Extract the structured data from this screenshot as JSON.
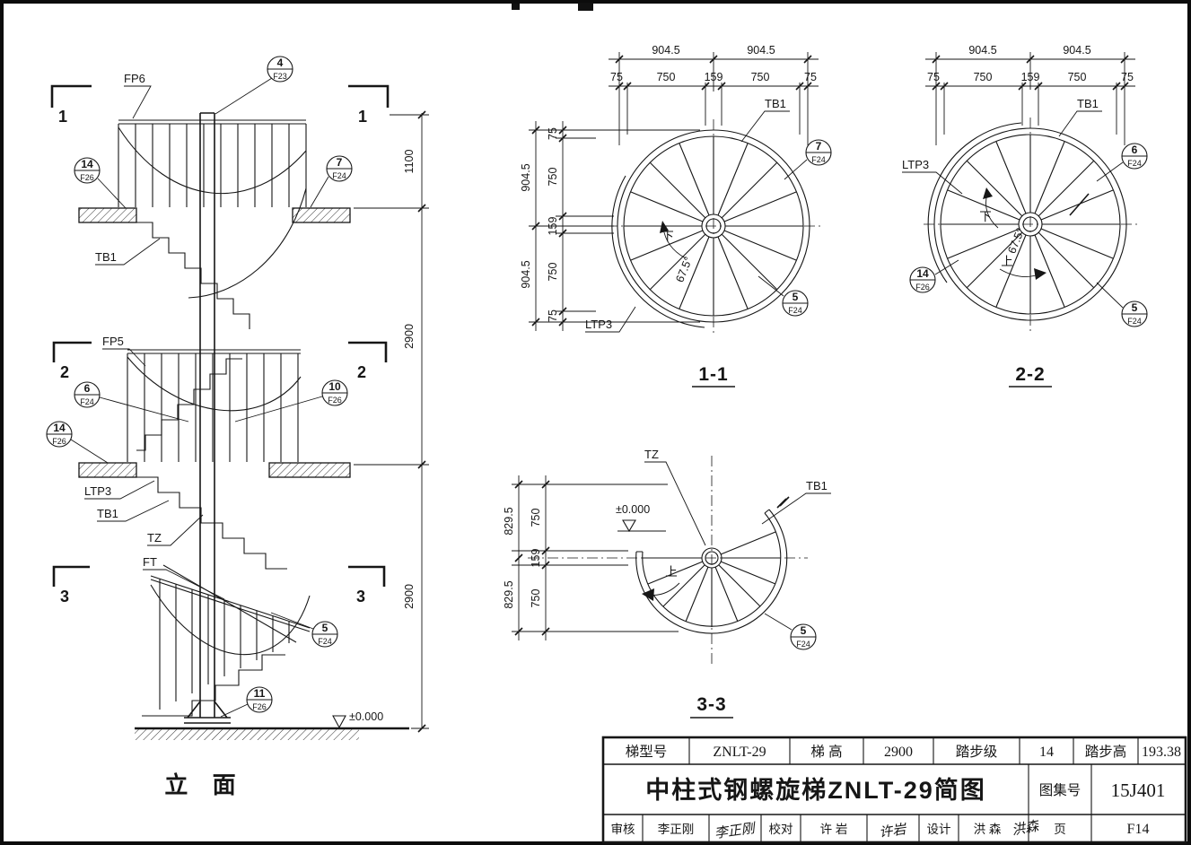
{
  "elevation": {
    "title": "立  面",
    "level_zero": "±0.000",
    "section_marks": {
      "one": "1",
      "two": "2",
      "three": "3"
    },
    "labels": {
      "fp6": "FP6",
      "fp5": "FP5",
      "tb1_upper": "TB1",
      "ltp3": "LTP3",
      "tb1_lower": "TB1",
      "tz": "TZ",
      "ft": "FT"
    },
    "dims_right": {
      "railing": "1100",
      "upper_flight": "2900",
      "lower_flight": "2900"
    },
    "callouts": {
      "c4": {
        "num": "4",
        "ref": "F23"
      },
      "c14_upper": {
        "num": "14",
        "ref": "F26"
      },
      "c7": {
        "num": "7",
        "ref": "F24"
      },
      "c6": {
        "num": "6",
        "ref": "F24"
      },
      "c10": {
        "num": "10",
        "ref": "F26"
      },
      "c14_lower": {
        "num": "14",
        "ref": "F26"
      },
      "c5": {
        "num": "5",
        "ref": "F24"
      },
      "c11": {
        "num": "11",
        "ref": "F26"
      }
    }
  },
  "plan_1_1": {
    "title": "1-1",
    "dims_top_total": [
      "904.5",
      "904.5"
    ],
    "dims_top_sub": [
      "75",
      "750",
      "159",
      "750",
      "75"
    ],
    "dims_left_total": [
      "904.5",
      "904.5"
    ],
    "dims_left_sub": [
      "75",
      "750",
      "159",
      "750",
      "75"
    ],
    "labels": {
      "tb1": "TB1",
      "ltp3": "LTP3",
      "down": "下",
      "angle": "67.5°"
    },
    "callouts": {
      "c7": {
        "num": "7",
        "ref": "F24"
      },
      "c5": {
        "num": "5",
        "ref": "F24"
      }
    }
  },
  "plan_2_2": {
    "title": "2-2",
    "dims_top_total": [
      "904.5",
      "904.5"
    ],
    "dims_top_sub": [
      "75",
      "750",
      "159",
      "750",
      "75"
    ],
    "labels": {
      "tb1": "TB1",
      "ltp3": "LTP3",
      "down": "下",
      "up": "上",
      "angle": "67.5°"
    },
    "callouts": {
      "c6": {
        "num": "6",
        "ref": "F24"
      },
      "c14": {
        "num": "14",
        "ref": "F26"
      },
      "c5": {
        "num": "5",
        "ref": "F24"
      }
    }
  },
  "plan_3_3": {
    "title": "3-3",
    "dims_left_total": [
      "829.5",
      "829.5"
    ],
    "dims_left_sub": [
      "750",
      "159",
      "750"
    ],
    "labels": {
      "tz": "TZ",
      "tb1": "TB1",
      "level_zero": "±0.000",
      "up": "上"
    },
    "callouts": {
      "c5": {
        "num": "5",
        "ref": "F24"
      }
    }
  },
  "title_block": {
    "spec": [
      {
        "label": "梯型号",
        "value": "ZNLT-29"
      },
      {
        "label": "梯  高",
        "value": "2900"
      },
      {
        "label": "踏步级",
        "value": "14"
      },
      {
        "label": "踏步高",
        "value": "193.38"
      }
    ],
    "main_title": "中柱式钢螺旋梯ZNLT-29简图",
    "atlas_label": "图集号",
    "atlas_no": "15J401",
    "approvals": [
      {
        "label": "审核",
        "name": "李正刚",
        "signature": "李正刚"
      },
      {
        "label": "校对",
        "name": "许  岩",
        "signature": "许岩"
      },
      {
        "label": "设计",
        "name": "洪  森",
        "signature": "洪森"
      }
    ],
    "page_label": "页",
    "page_no": "F14"
  }
}
